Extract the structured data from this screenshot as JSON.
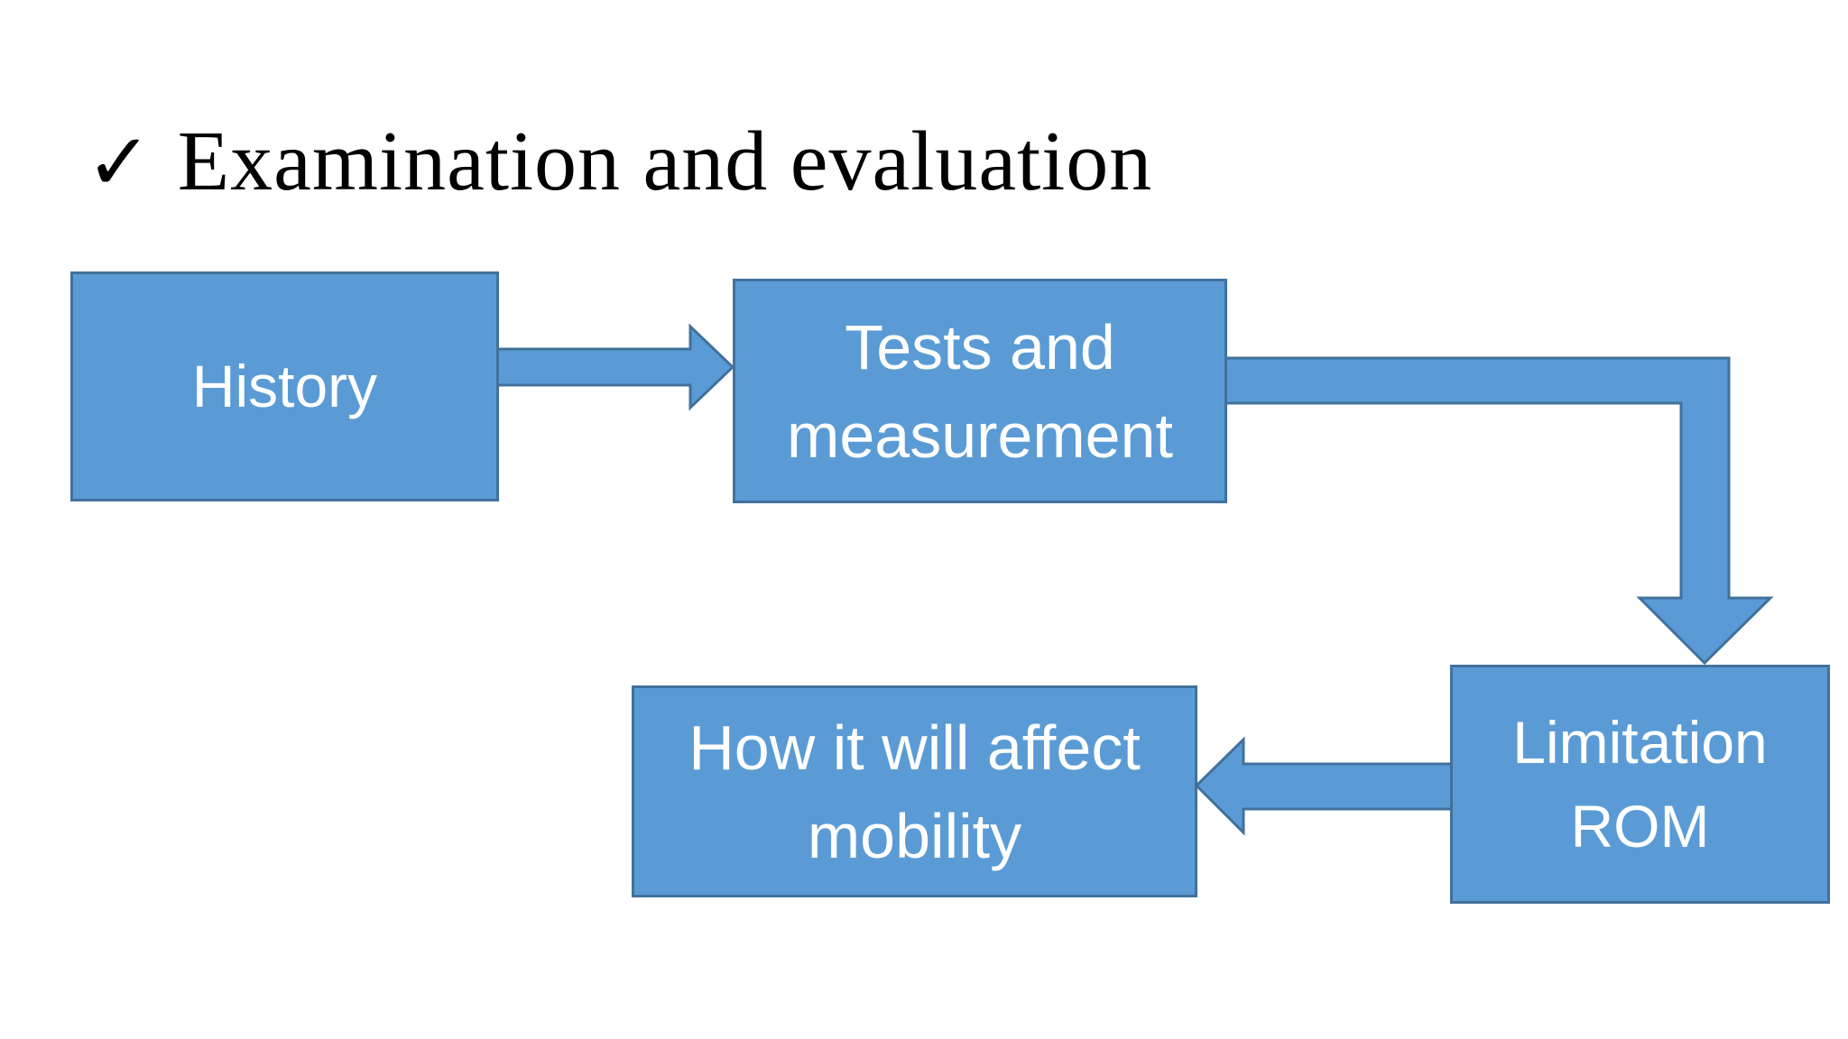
{
  "title": {
    "bullet_glyph": "✓",
    "text": "Examination and evaluation"
  },
  "flow": {
    "nodes": [
      {
        "id": "history",
        "lines": [
          "History"
        ]
      },
      {
        "id": "tests-measurement",
        "lines": [
          "Tests and",
          "measurement"
        ]
      },
      {
        "id": "limitation-rom",
        "lines": [
          "Limitation",
          "ROM"
        ]
      },
      {
        "id": "mobility-impact",
        "lines": [
          "How it will affect",
          "mobility"
        ]
      }
    ],
    "connections": [
      {
        "from": "history",
        "to": "tests-measurement",
        "style": "straight-right"
      },
      {
        "from": "tests-measurement",
        "to": "limitation-rom",
        "style": "elbow-right-then-down"
      },
      {
        "from": "limitation-rom",
        "to": "mobility-impact",
        "style": "straight-left"
      }
    ]
  },
  "colors": {
    "node_fill": "#5b9bd5",
    "node_border": "#41719c",
    "node_text": "#ffffff",
    "title_text": "#000000",
    "background": "#ffffff"
  }
}
